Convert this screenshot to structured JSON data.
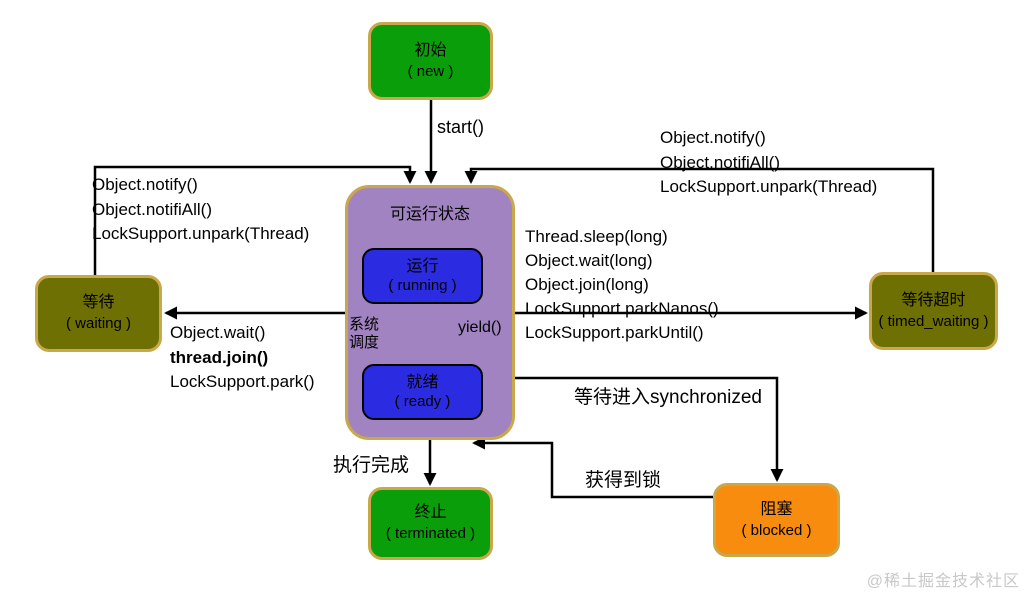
{
  "diagram_title": "Java thread state diagram",
  "states": {
    "new": {
      "zh": "初始",
      "en": "( new )"
    },
    "runnable": {
      "title": "可运行状态"
    },
    "running": {
      "zh": "运行",
      "en": "( running )"
    },
    "ready": {
      "zh": "就绪",
      "en": "( ready )"
    },
    "waiting": {
      "zh": "等待",
      "en": "( waiting )"
    },
    "timed_waiting": {
      "zh": "等待超时",
      "en": "( timed_waiting )"
    },
    "terminated": {
      "zh": "终止",
      "en": "( terminated )"
    },
    "blocked": {
      "zh": "阻塞",
      "en": "( blocked )"
    }
  },
  "transitions": {
    "start": "start()",
    "yield": "yield()",
    "system_schedule": {
      "line1": "系统",
      "line2": "调度"
    },
    "from_waiting": [
      "Object.notify()",
      "Object.notifiAll()",
      "LockSupport.unpark(Thread)"
    ],
    "to_waiting": [
      "Object.wait()",
      "thread.join()",
      "LockSupport.park()"
    ],
    "from_timed_waiting": [
      "Object.notify()",
      "Object.notifiAll()",
      "LockSupport.unpark(Thread)"
    ],
    "to_timed_waiting": [
      "Thread.sleep(long)",
      "Object.wait(long)",
      "Object.join(long)",
      "LockSupport.parkNanos()",
      "LockSupport.parkUntil()"
    ],
    "run_complete": "执行完成",
    "wait_sync": "等待进入synchronized",
    "acquire_lock": "获得到锁"
  },
  "watermark": "@稀土掘金技术社区",
  "colors": {
    "state_green": "#0a9e0a",
    "state_olive": "#6f7004",
    "state_orange": "#f78c0e",
    "runnable_purple": "#a283c1",
    "inner_blue": "#2b2be2",
    "border_tan": "#c9a84c",
    "line_black": "#000000",
    "watermark_gray": "#c8c8c8",
    "background": "#ffffff"
  }
}
